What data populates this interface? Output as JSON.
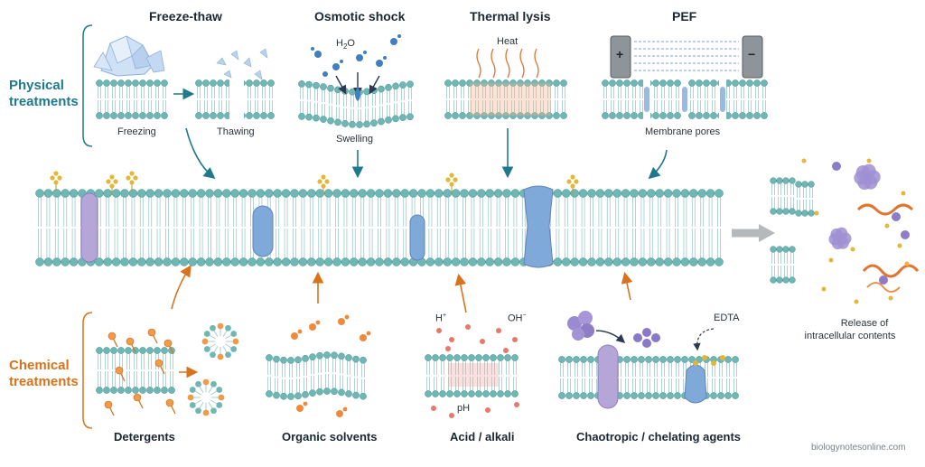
{
  "sections": {
    "physical_label": "Physical treatments",
    "chemical_label": "Chemical treatments"
  },
  "physical": {
    "freeze_thaw": {
      "title": "Freeze-thaw",
      "freezing": "Freezing",
      "thawing": "Thawing"
    },
    "osmotic": {
      "title": "Osmotic shock",
      "water": "H",
      "water_sub": "2",
      "water_end": "O",
      "swelling": "Swelling"
    },
    "thermal": {
      "title": "Thermal lysis",
      "heat": "Heat"
    },
    "pef": {
      "title": "PEF",
      "plus": "+",
      "minus": "−",
      "pores": "Membrane pores"
    }
  },
  "chemical": {
    "detergents": "Detergents",
    "solvents": "Organic solvents",
    "acid": {
      "title": "Acid / alkali",
      "h": "H",
      "h_sup": "+",
      "oh": "OH",
      "oh_sup": "−",
      "ph": "pH"
    },
    "chaotropic": {
      "title": "Chaotropic / chelating agents",
      "edta": "EDTA"
    }
  },
  "release": {
    "line1": "Release of",
    "line2": "intracellular contents"
  },
  "credit": "biologynotesonline.com",
  "colors": {
    "head": "#6fb7b5",
    "head_dark": "#3f8f8d",
    "tail": "#a9cfcf",
    "physical": "#1e7a8a",
    "chemical": "#d8731c",
    "protein_purple": "#b6a6d8",
    "protein_blue": "#7fa9d9",
    "heat": "#e07a3a",
    "arrow_gray": "#b5b9bc"
  }
}
